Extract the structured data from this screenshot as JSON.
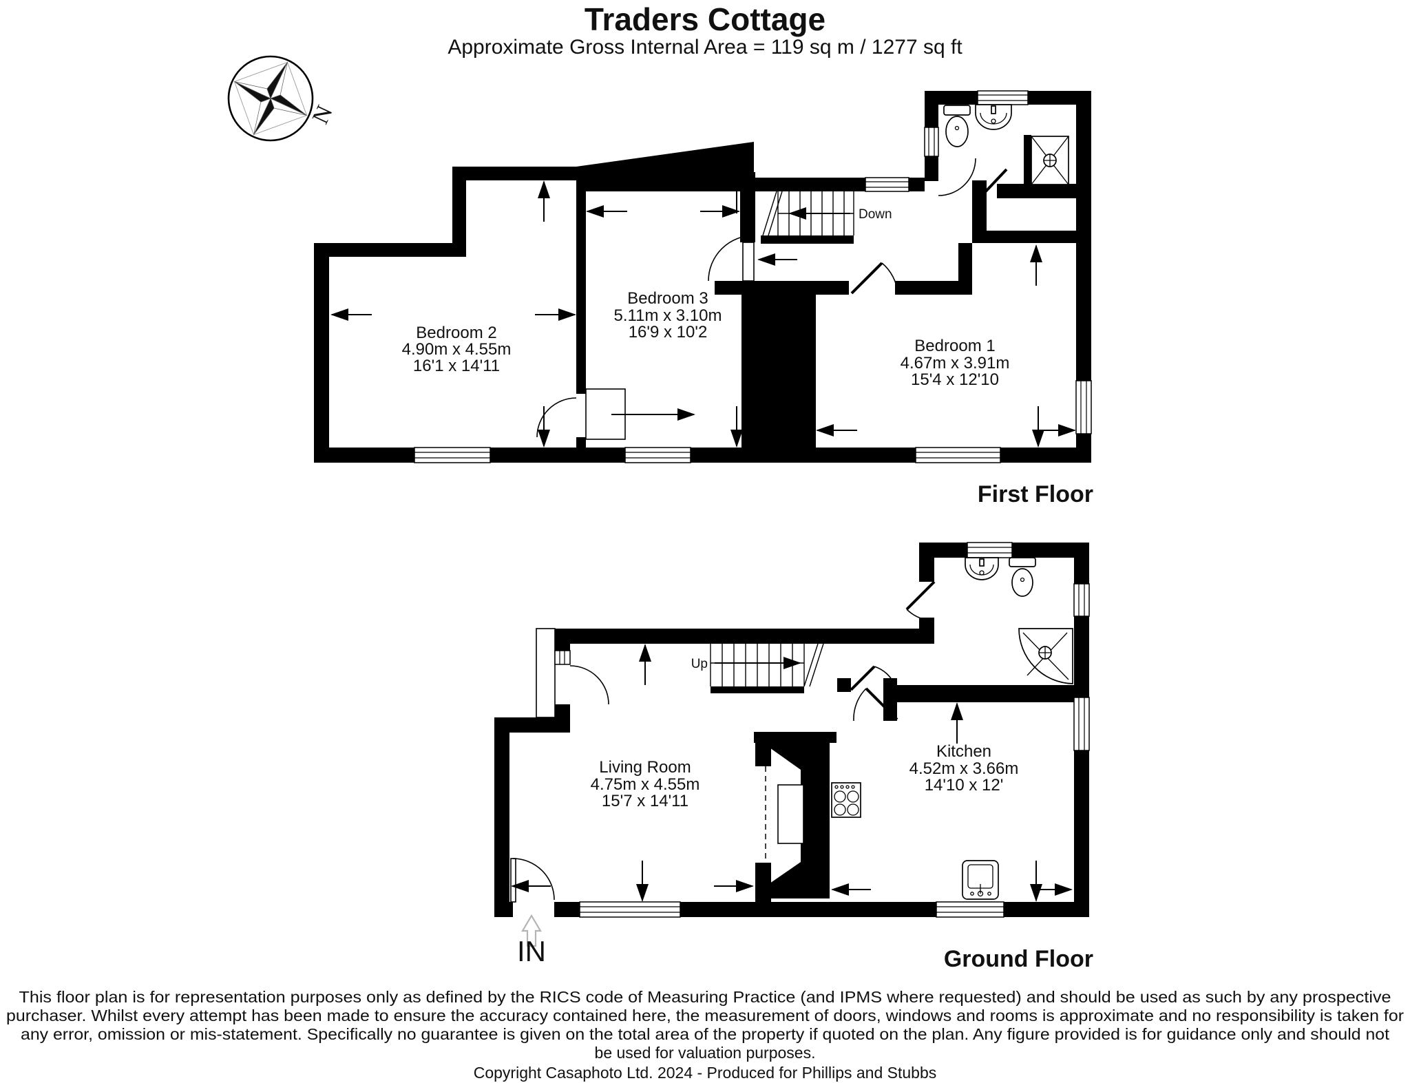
{
  "title": "Traders Cottage",
  "subtitle": "Approximate Gross Internal Area = 119 sq m / 1277 sq ft",
  "compass": {
    "label": "N"
  },
  "first_floor": {
    "label": "First Floor",
    "stairs_label": "Down",
    "rooms": [
      {
        "name": "Bedroom 2",
        "metric": "4.90m x 4.55m",
        "imperial": "16'1 x 14'11"
      },
      {
        "name": "Bedroom 3",
        "metric": "5.11m x 3.10m",
        "imperial": "16'9 x 10'2"
      },
      {
        "name": "Bedroom 1",
        "metric": "4.67m x 3.91m",
        "imperial": "15'4 x 12'10"
      }
    ]
  },
  "ground_floor": {
    "label": "Ground Floor",
    "stairs_label": "Up",
    "entrance_label": "IN",
    "rooms": [
      {
        "name": "Living Room",
        "metric": "4.75m x 4.55m",
        "imperial": "15'7 x 14'11"
      },
      {
        "name": "Kitchen",
        "metric": "4.52m x 3.66m",
        "imperial": "14'10 x 12'"
      }
    ]
  },
  "footer": {
    "disclaimer_lines": [
      "This floor plan is for representation purposes only as defined by the RICS code of Measuring Practice (and IPMS where requested) and should be used as such by any prospective",
      "purchaser. Whilst every attempt has been made to ensure the accuracy contained here, the measurement of doors, windows and rooms is approximate and no responsibility is taken for",
      "any error, omission or mis-statement. Specifically no guarantee is given on the total area of the property if quoted on the plan. Any figure provided is for guidance only and should not",
      "be used for valuation purposes."
    ],
    "copyright": "Copyright Casaphoto Ltd. 2024 - Produced for Phillips and Stubbs"
  },
  "colors": {
    "wall": "#000000",
    "background": "#ffffff",
    "entry_arrow": "#b4b4b4"
  }
}
